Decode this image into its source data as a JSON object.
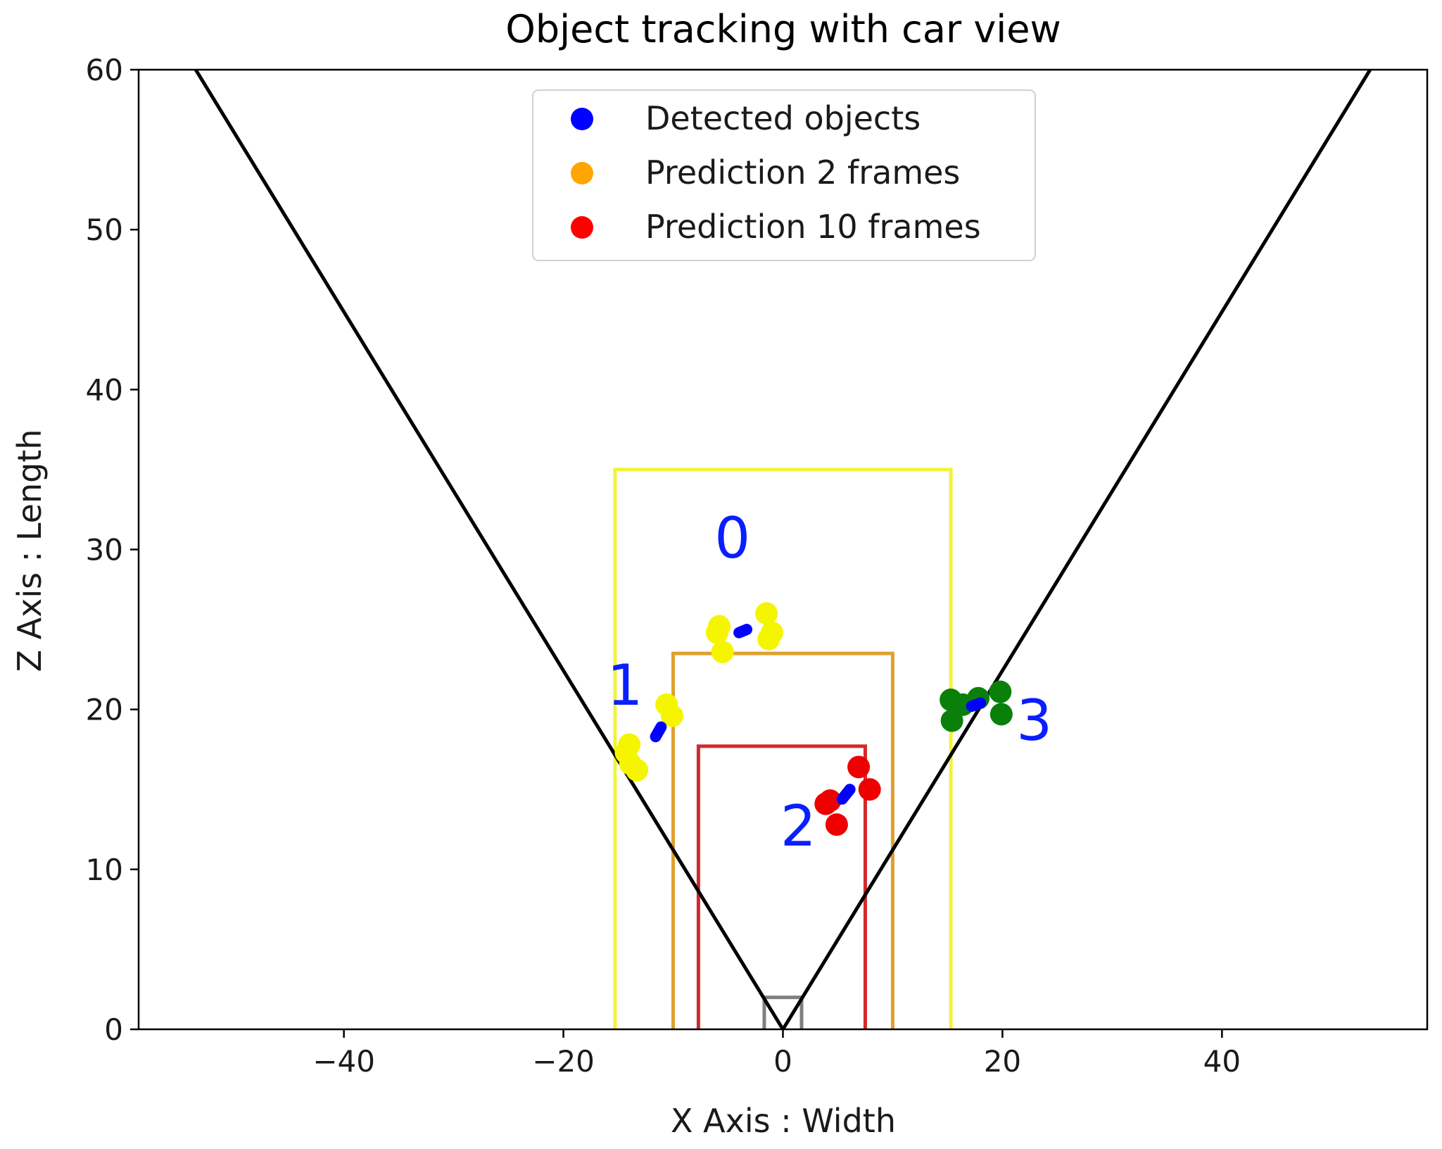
{
  "chart_data": {
    "type": "scatter",
    "title": "Object tracking with car view",
    "xlabel": "X Axis : Width",
    "ylabel": "Z Axis : Length",
    "xlim": [
      -58.7,
      58.7
    ],
    "ylim": [
      0,
      60
    ],
    "xticks": [
      -40,
      -20,
      0,
      20,
      40
    ],
    "xtick_labels": [
      "−40",
      "−20",
      "0",
      "20",
      "40"
    ],
    "yticks": [
      0,
      10,
      20,
      30,
      40,
      50,
      60
    ],
    "ytick_labels": [
      "0",
      "10",
      "20",
      "30",
      "40",
      "50",
      "60"
    ],
    "grid": false,
    "legend_position": "upper-center",
    "legend": [
      {
        "label": "Detected objects",
        "color": "#0000ff"
      },
      {
        "label": "Prediction 2 frames",
        "color": "#ffa500"
      },
      {
        "label": "Prediction 10 frames",
        "color": "#ff0000"
      }
    ],
    "view_cone": {
      "color": "#000000",
      "apex": [
        0,
        0
      ],
      "left_end": [
        -53.5,
        60
      ],
      "right_end": [
        53.5,
        60
      ]
    },
    "zones": [
      {
        "x": [
          -15.3,
          15.3
        ],
        "z": [
          0,
          35
        ],
        "color": "#f2f23a"
      },
      {
        "x": [
          -10,
          10
        ],
        "z": [
          0,
          23.5
        ],
        "color": "#e0a030"
      },
      {
        "x": [
          -7.7,
          7.5
        ],
        "z": [
          0,
          17.7
        ],
        "color": "#d42a2a"
      },
      {
        "x": [
          -1.7,
          1.7
        ],
        "z": [
          0,
          2
        ],
        "color": "#808080"
      }
    ],
    "objects": [
      {
        "id": "0",
        "color": "#f5f500",
        "points": [
          [
            -6,
            24.8
          ],
          [
            -5.5,
            23.6
          ],
          [
            -1.5,
            26
          ],
          [
            -1,
            24.8
          ],
          [
            -5.8,
            25.2
          ],
          [
            -1.3,
            24.4
          ]
        ],
        "track": [
          [
            -4,
            24.8
          ],
          [
            -3.3,
            25
          ]
        ],
        "label_pos": [
          -4.6,
          29.5
        ]
      },
      {
        "id": "1",
        "color": "#f5f500",
        "points": [
          [
            -14.3,
            17.3
          ],
          [
            -13.9,
            16.6
          ],
          [
            -13.3,
            16.2
          ],
          [
            -10.6,
            20.3
          ],
          [
            -10.1,
            19.6
          ],
          [
            -14,
            17.8
          ]
        ],
        "track": [
          [
            -11.6,
            18.3
          ],
          [
            -11.1,
            18.9
          ]
        ],
        "label_pos": [
          -14.4,
          20.3
        ]
      },
      {
        "id": "2",
        "color": "#ee0000",
        "points": [
          [
            3.9,
            14.1
          ],
          [
            4.9,
            12.8
          ],
          [
            6.9,
            16.4
          ],
          [
            7.9,
            15
          ],
          [
            4.3,
            14.3
          ]
        ],
        "track": [
          [
            5.4,
            14.4
          ],
          [
            6.1,
            15
          ]
        ],
        "label_pos": [
          1.4,
          11.5
        ]
      },
      {
        "id": "3",
        "color": "#0a800a",
        "points": [
          [
            15.3,
            20.6
          ],
          [
            15.4,
            19.3
          ],
          [
            17.8,
            20.7
          ],
          [
            19.8,
            21.1
          ],
          [
            19.9,
            19.7
          ],
          [
            16.4,
            20.3
          ]
        ],
        "track": [
          [
            17.2,
            20.2
          ],
          [
            18,
            20.4
          ]
        ],
        "label_pos": [
          22.9,
          18.1
        ]
      }
    ],
    "detected_color": "#0000ff",
    "label_color": "#0a1eff"
  }
}
